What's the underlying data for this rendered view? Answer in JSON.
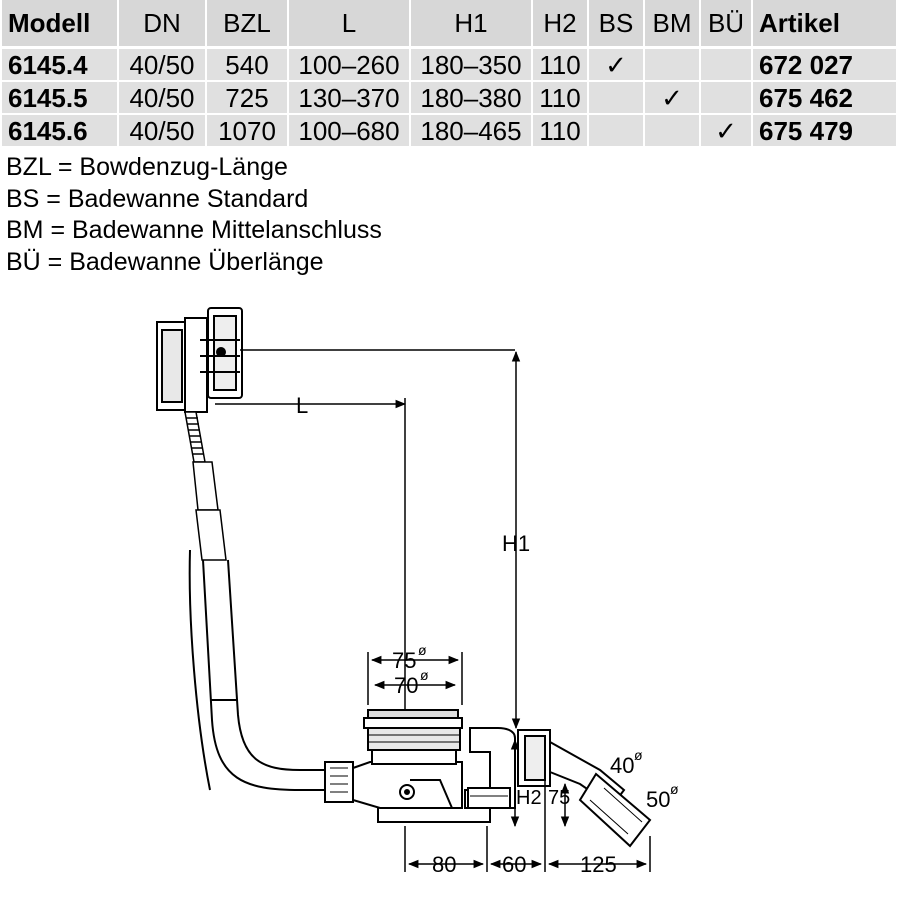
{
  "table": {
    "headers": [
      "Modell",
      "DN",
      "BZL",
      "L",
      "H1",
      "H2",
      "BS",
      "BM",
      "BÜ",
      "Artikel"
    ],
    "rows": [
      {
        "modell": "6145.4",
        "dn": "40/50",
        "bzl": "540",
        "l": "100–260",
        "h1": "180–350",
        "h2": "110",
        "bs": "✓",
        "bm": "",
        "bu": "",
        "artikel": "672 027"
      },
      {
        "modell": "6145.5",
        "dn": "40/50",
        "bzl": "725",
        "l": "130–370",
        "h1": "180–380",
        "h2": "110",
        "bs": "",
        "bm": "✓",
        "bu": "",
        "artikel": "675 462"
      },
      {
        "modell": "6145.6",
        "dn": "40/50",
        "bzl": "1070",
        "l": "100–680",
        "h1": "180–465",
        "h2": "110",
        "bs": "",
        "bm": "",
        "bu": "✓",
        "artikel": "675 479"
      }
    ]
  },
  "legend": [
    "BZL = Bowdenzug-Länge",
    "BS = Badewanne Standard",
    "BM = Badewanne Mittelanschluss",
    "BÜ = Badewanne Überlänge"
  ],
  "drawing": {
    "label_l": "L",
    "label_h1": "H1",
    "label_h2": "H2",
    "label_75_height": "75",
    "label_dia_75": "75",
    "label_dia_70": "70",
    "label_dia_40": "40",
    "label_dia_50": "50",
    "diameter_symbol": "ø",
    "label_80": "80",
    "label_60": "60",
    "label_125": "125"
  }
}
